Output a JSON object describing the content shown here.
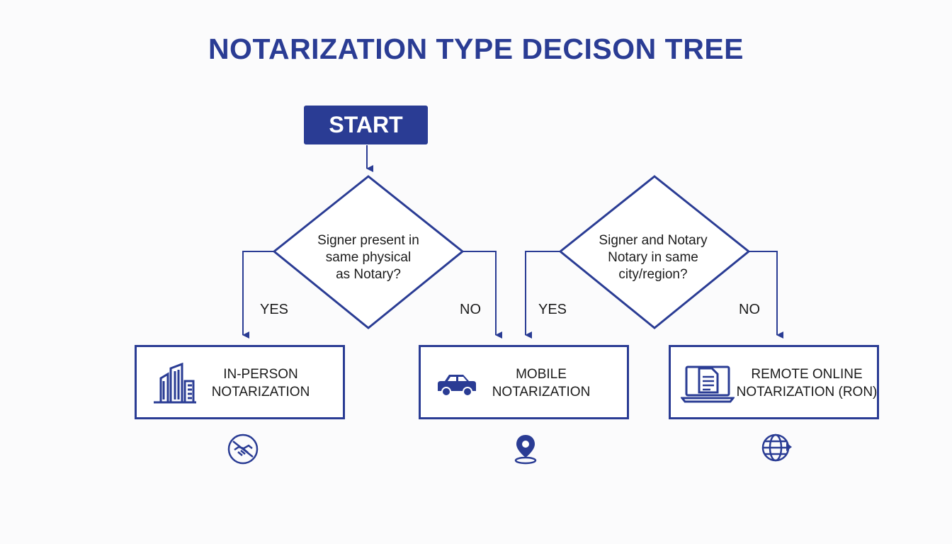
{
  "title": "NOTARIZATION TYPE DECISON TREE",
  "start_label": "START",
  "decisions": [
    {
      "lines": [
        "Signer present in",
        "same physical",
        "as Notary?"
      ],
      "yes": "YES",
      "no": "NO"
    },
    {
      "lines": [
        "Signer and Notary",
        "Notary in same",
        "city/region?"
      ],
      "yes": "YES",
      "no": "NO"
    }
  ],
  "outcomes": [
    {
      "lines": [
        "IN-PERSON",
        "NOTARIZATION"
      ],
      "icon": "building-icon",
      "sub_icon": "handshake-icon"
    },
    {
      "lines": [
        "MOBILE",
        "NOTARIZATION"
      ],
      "icon": "car-icon",
      "sub_icon": "location-pin-icon"
    },
    {
      "lines": [
        "REMOTE ONLINE",
        "NOTARIZATION (RON)"
      ],
      "icon": "laptop-document-icon",
      "sub_icon": "globe-icon"
    }
  ],
  "colors": {
    "primary": "#2a3c94",
    "text": "#1b1b1b",
    "background": "#fbfbfc"
  }
}
